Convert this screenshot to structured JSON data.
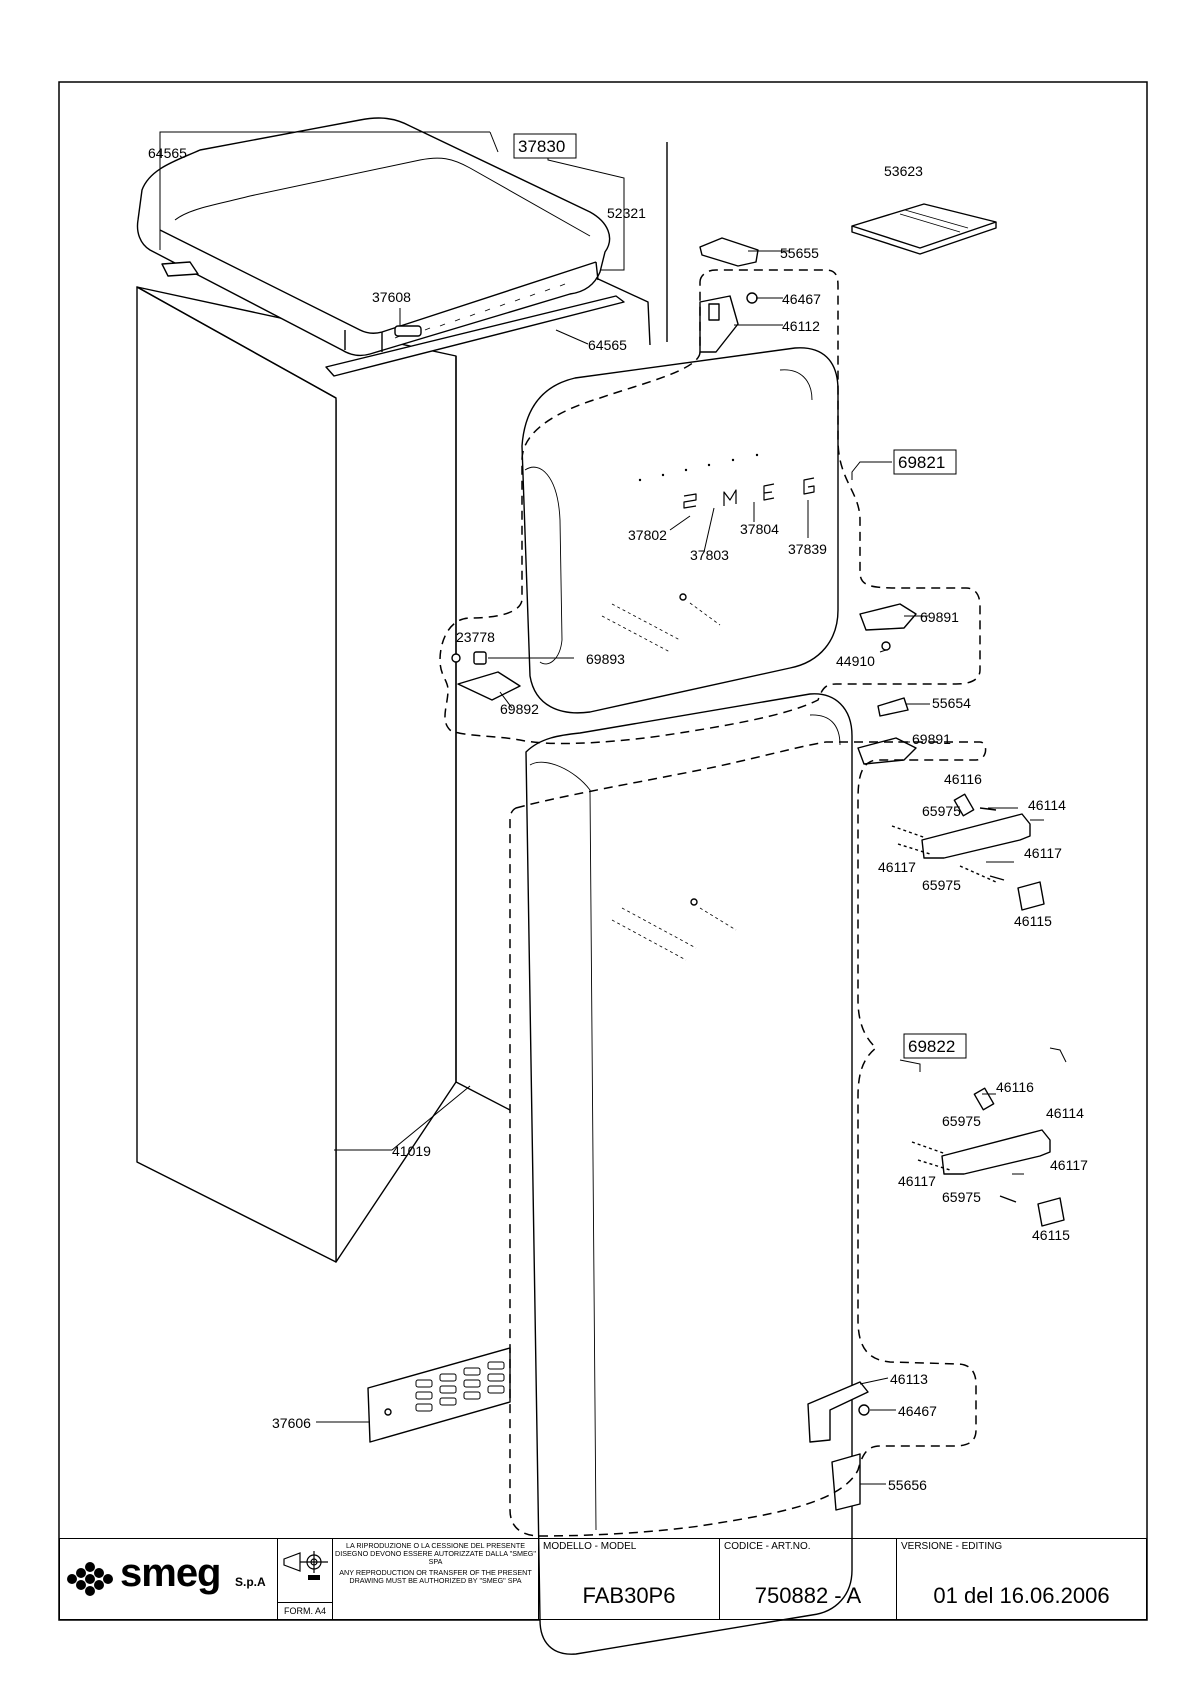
{
  "diagram": {
    "part_labels": {
      "p64565a": "64565",
      "p37830": "37830",
      "p53623": "53623",
      "p52321": "52321",
      "p55655": "55655",
      "p46467a": "46467",
      "p46112": "46112",
      "p37608": "37608",
      "p64565b": "64565",
      "p69821": "69821",
      "p37802": "37802",
      "p37803": "37803",
      "p37804": "37804",
      "p37839": "37839",
      "p69891a": "69891",
      "p44910": "44910",
      "p23778": "23778",
      "p69893": "69893",
      "p69892": "69892",
      "p55654": "55654",
      "p69891b": "69891",
      "p46116a": "46116",
      "p65975a": "65975",
      "p46114a": "46114",
      "p46117a": "46117",
      "p46117b": "46117",
      "p65975b": "65975",
      "p46115a": "46115",
      "p69822": "69822",
      "p46116b": "46116",
      "p65975c": "65975",
      "p46114b": "46114",
      "p46117c": "46117",
      "p46117d": "46117",
      "p65975d": "65975",
      "p46115b": "46115",
      "p41019": "41019",
      "p37606": "37606",
      "p46113": "46113",
      "p46467b": "46467",
      "p55656": "55656"
    }
  },
  "title_block": {
    "logo_text": "smeg",
    "company_suffix": "S.p.A",
    "format_label": "FORM. A4",
    "notice_it": "LA RIPRODUZIONE O LA CESSIONE DEL PRESENTE DISEGNO DEVONO ESSERE AUTORIZZATE DALLA \"SMEG\" SPA",
    "notice_en": "ANY REPRODUCTION OR TRANSFER OF THE PRESENT DRAWING MUST BE AUTHORIZED BY \"SMEG\" SPA",
    "model_header": "MODELLO - MODEL",
    "model_value": "FAB30P6",
    "code_header": "CODICE - ART.NO.",
    "code_value": "750882 - A",
    "version_header": "VERSIONE - EDITING",
    "version_value": "01 del 16.06.2006"
  }
}
